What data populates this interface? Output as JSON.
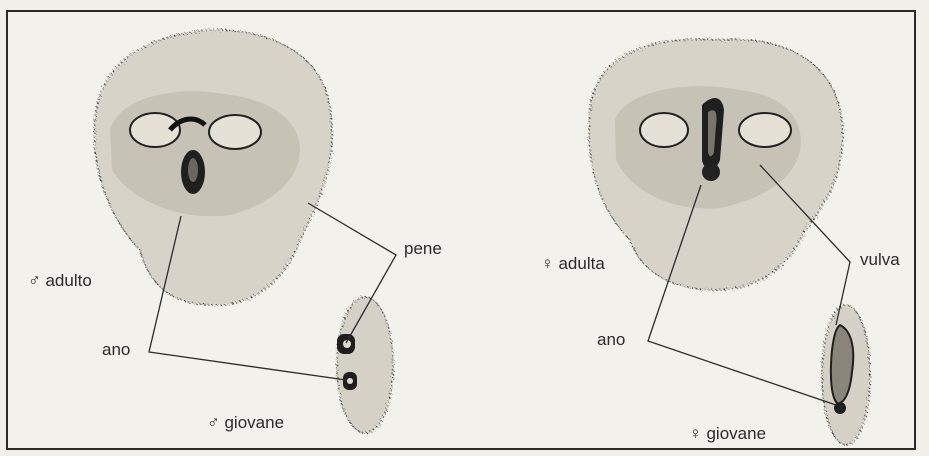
{
  "labels": {
    "male_adult": "♂ adulto",
    "male_young": "♂ giovane",
    "male_anus": "ano",
    "male_penis": "pene",
    "female_adult": "♀ adulta",
    "female_young": "♀ giovane",
    "female_anus": "ano",
    "female_vulva": "vulva"
  }
}
